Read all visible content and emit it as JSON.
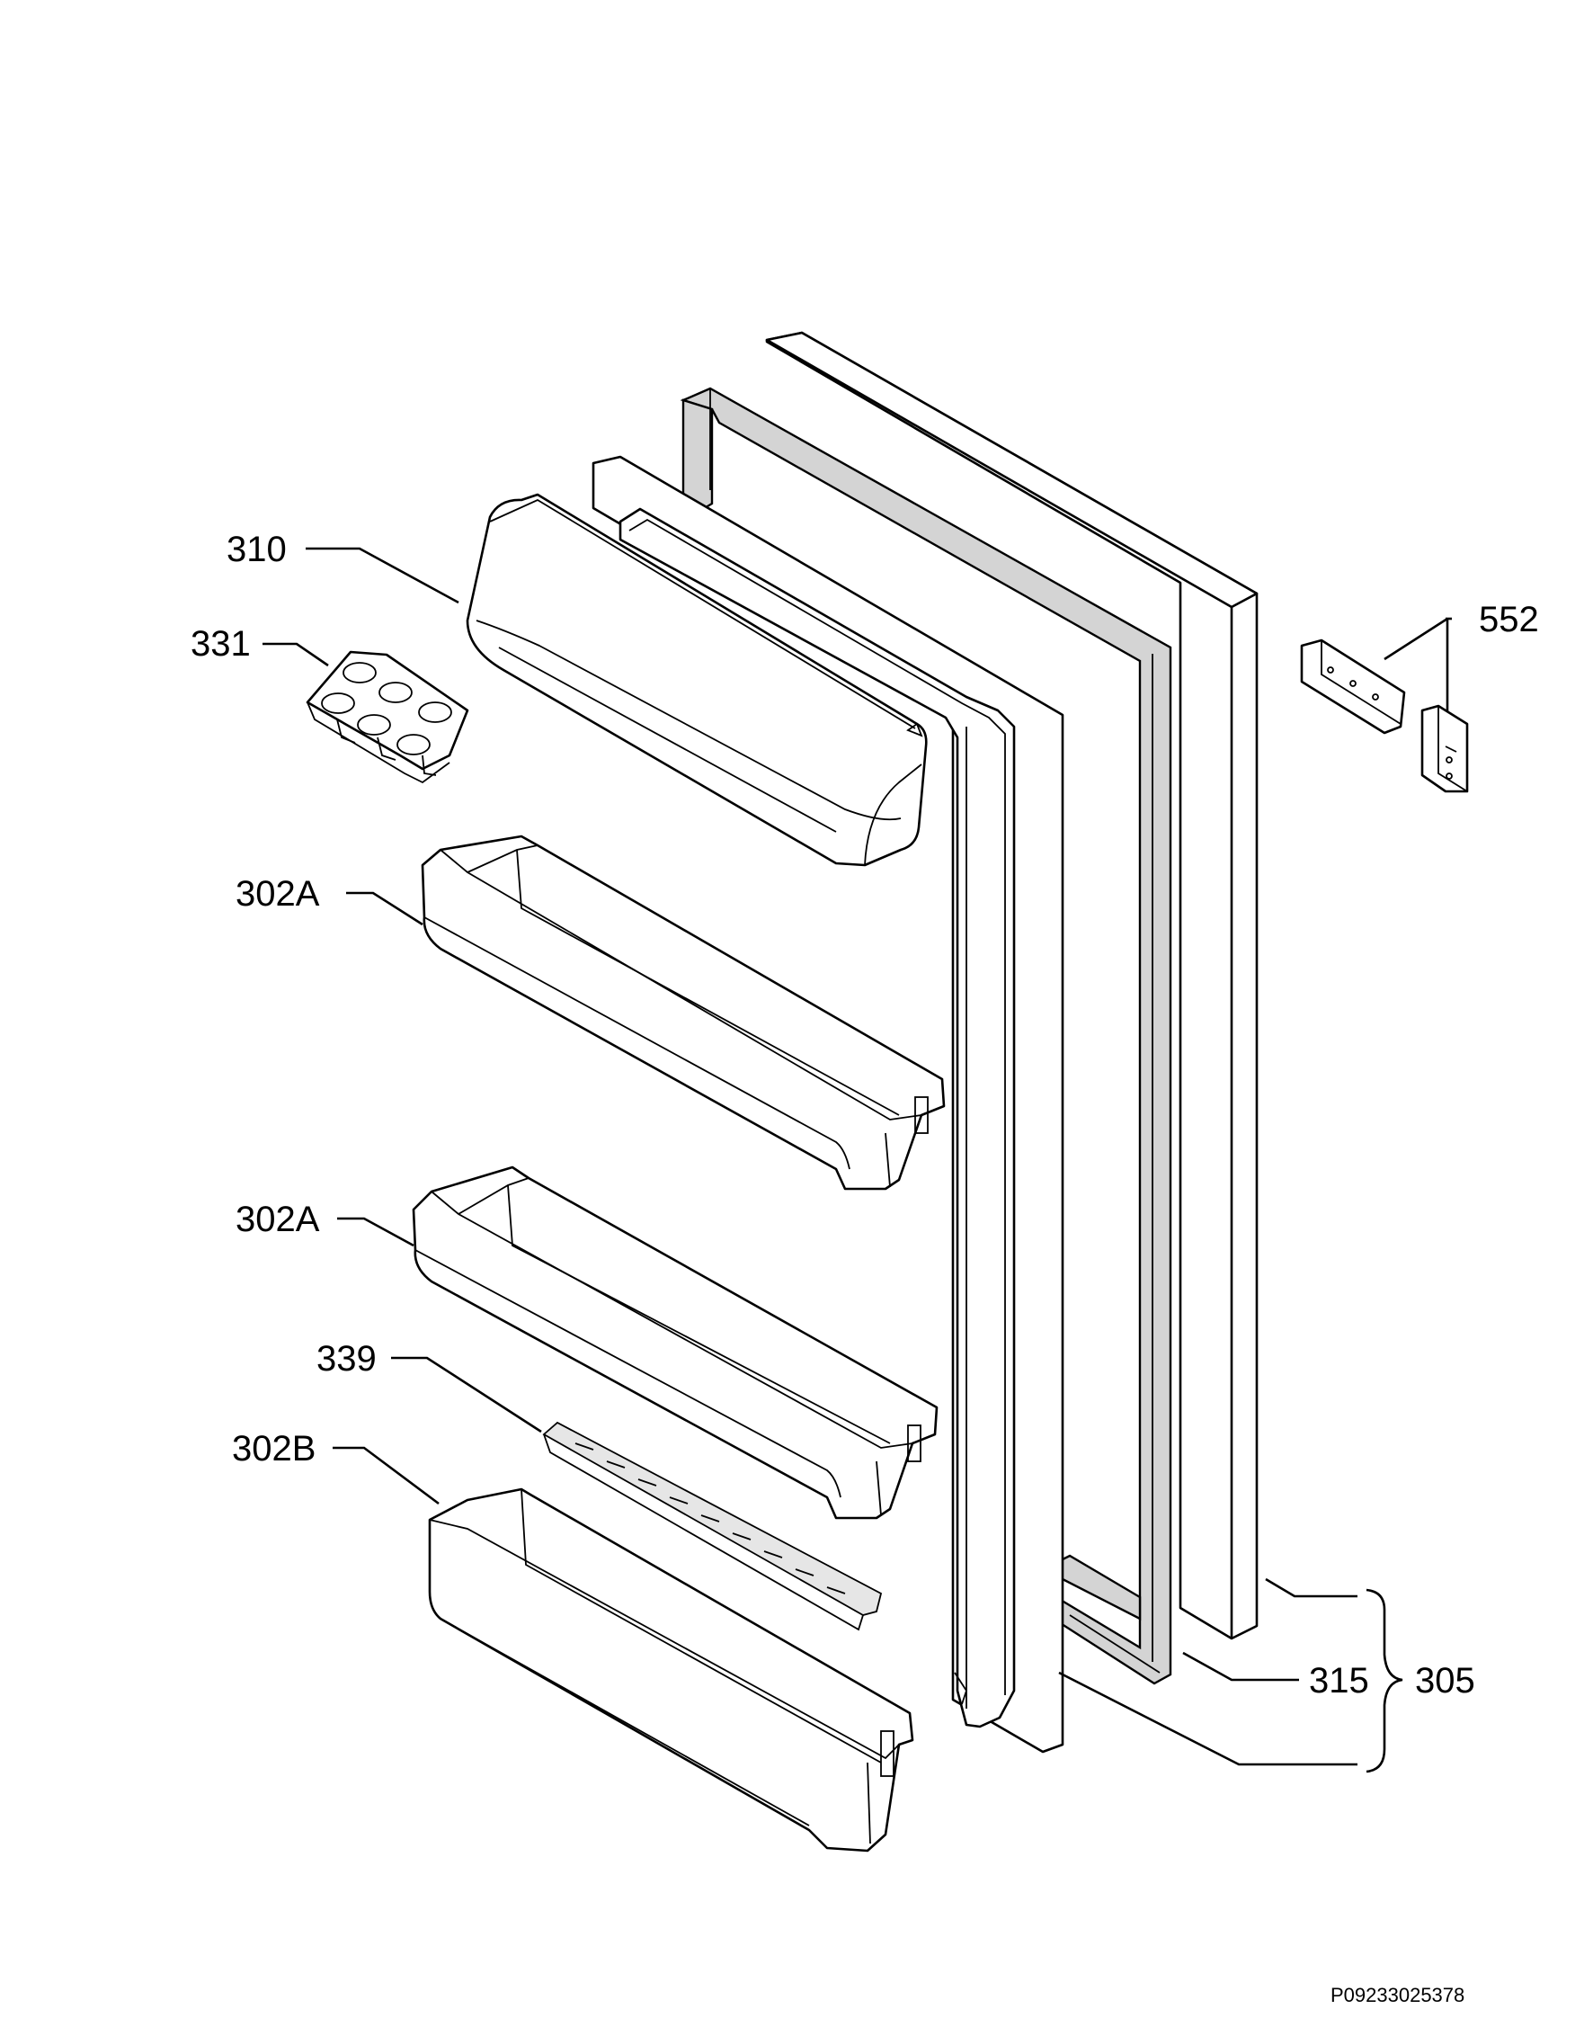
{
  "callouts": {
    "c310": "310",
    "c331": "331",
    "c302a_top": "302A",
    "c302a_mid": "302A",
    "c339": "339",
    "c302b": "302B",
    "c552": "552",
    "c315": "315",
    "c305": "305"
  },
  "doc_number": "P09233025378"
}
